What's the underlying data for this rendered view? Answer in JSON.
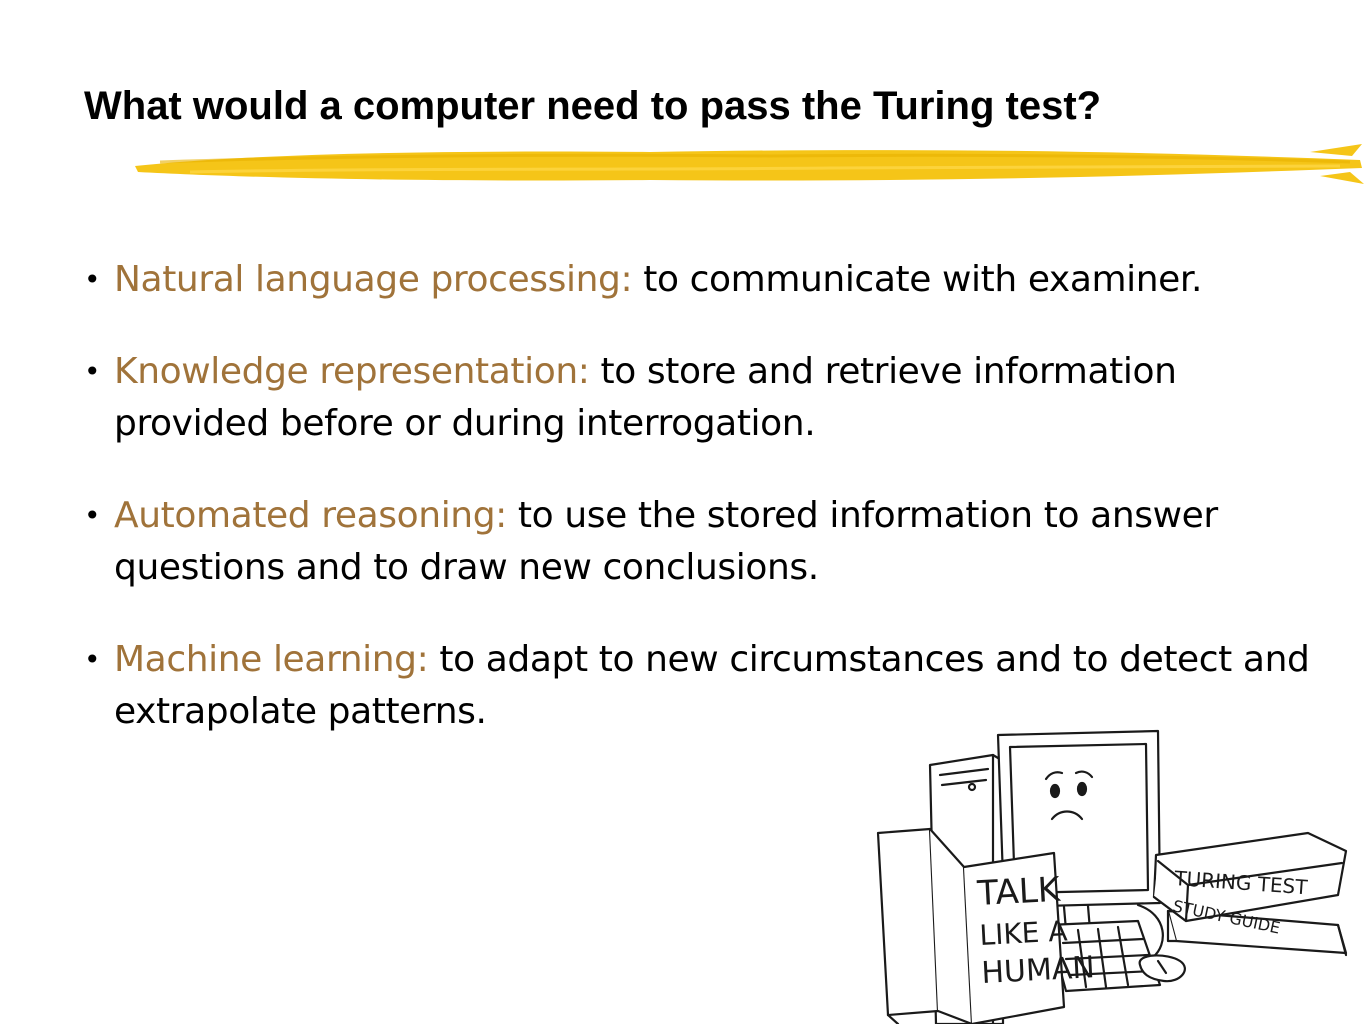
{
  "slide": {
    "title": "What would a computer need to pass the Turing test?",
    "accent_color": "#f5c518",
    "term_color": "#a0733a",
    "bullets": [
      {
        "term": "Natural language processing:",
        "text": " to communicate with examiner."
      },
      {
        "term": "Knowledge representation:",
        "text": " to store and retrieve information provided before or during interrogation."
      },
      {
        "term": "Automated reasoning:",
        "text": " to use the stored information to answer questions and to draw new conclusions."
      },
      {
        "term": "Machine learning:",
        "text": " to adapt to new circumstances and to detect and extrapolate patterns."
      }
    ],
    "illustration": {
      "book_open_text": [
        "TALK",
        "LIKE A",
        "HUMAN"
      ],
      "book_stack_text": [
        "TURING TEST",
        "STUDY GUIDE"
      ]
    }
  }
}
